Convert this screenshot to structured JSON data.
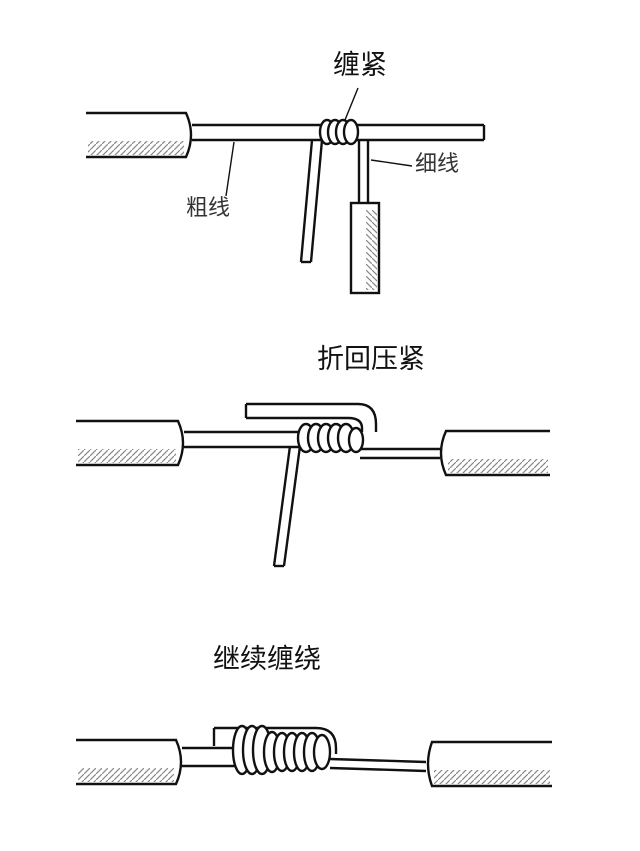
{
  "step1": {
    "title": "缠紧",
    "thick_wire_label": "粗线",
    "thin_wire_label": "细线"
  },
  "step2": {
    "title": "折回压紧"
  },
  "step3": {
    "title": "继续缠绕"
  },
  "colors": {
    "line": "#111111",
    "insulation_hatch": "#888888",
    "background": "#ffffff"
  }
}
